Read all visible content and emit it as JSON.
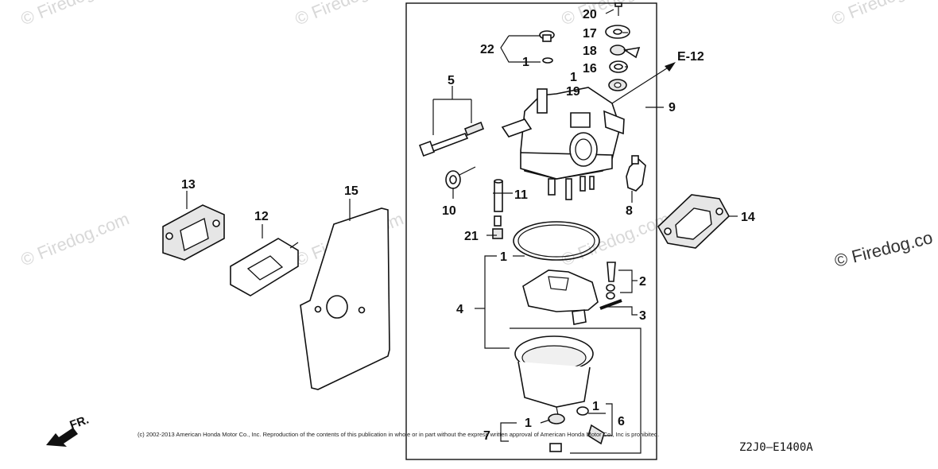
{
  "watermark": "© Firedog.com",
  "watermark_prominent": "© Firedog.co",
  "copyright": "(c) 2002-2013 American Honda Motor Co., Inc. Reproduction of the contents of this publication in whole or in part without the express written approval of American Honda Motor Co., Inc is prohibited.",
  "diagram_code": "Z2J0—E1400A",
  "front_marker": "FR.",
  "reference_label": "E-12",
  "callouts": {
    "c1a": "1",
    "c1b": "1",
    "c1c": "1",
    "c1d": "1",
    "c1e": "1",
    "c2": "2",
    "c3": "3",
    "c4": "4",
    "c5": "5",
    "c6": "6",
    "c7": "7",
    "c8": "8",
    "c9": "9",
    "c10": "10",
    "c11": "11",
    "c12": "12",
    "c13": "13",
    "c14": "14",
    "c15": "15",
    "c16": "16",
    "c17": "17",
    "c18": "18",
    "c19": "19",
    "c20": "20",
    "c21": "21",
    "c22": "22"
  }
}
